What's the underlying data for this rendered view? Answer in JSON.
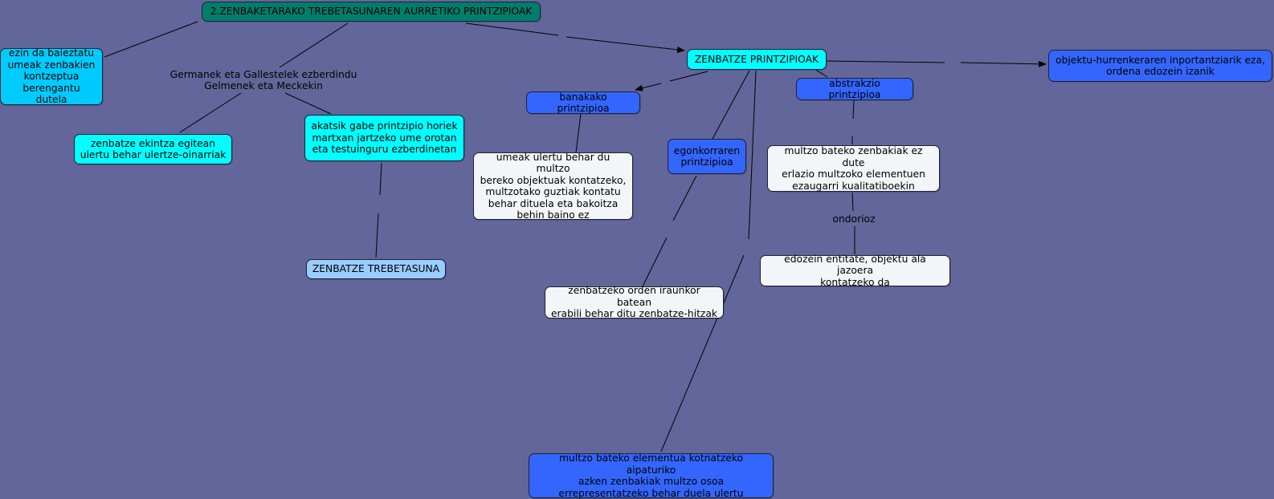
{
  "nodes": {
    "root": "2.ZENBAKETARAKO TREBETASUNAREN AURRETIKO PRINTZIPIOAK",
    "ezin": "ezin da baieztatu\numeak zenbakien\nkontzeptua\nberengantu dutela",
    "germanek": "Germanek eta Gallestelek ezberdindu\nGelmenek eta Meckekin",
    "zenbatze_ekintza": "zenbatze ekintza egitean\nulertu behar ulertze-oinarriak",
    "akatsik": "akatsik gabe printzipio horiek\nmartxan jartzeko ume orotan\neta testuinguru ezberdinetan",
    "trebetasuna": "ZENBATZE TREBETASUNA",
    "zenbatze_printzipioak": "ZENBATZE PRINTZIPIOAK",
    "banakako": "banakako printzipioa",
    "umeak": "umeak ulertu behar du multzo\nbereko objektuak kontatzeko,\nmultzotako guztiak kontatu\nbehar dituela eta bakoitza\nbehin baino ez",
    "egonkorraren": "egonkorraren\nprintzipioa",
    "zenbatzeko_orden": "zenbatzeko orden iraunkor batean\nerabili behar ditu zenbatze-hitzak",
    "abstrakzio": "abstrakzio printzipioa",
    "multzo_bateko": "multzo bateko zenbakiak ez dute\nerlazio multzoko elementuen\nezaugarri kualitatiboekin",
    "ondorioz": "ondorioz",
    "edozein": "edozein entitate, objektu ala jazoera\nkontatzeko da",
    "objektu": "objektu-hurrenkeraren inportantziarik eza,\nordena edozein izanik",
    "azken": "multzo bateko elementua kotnatzeko aipaturiko\nazken zenbakiak multzo osoa\nerrepresentatzeko behar duela ulertu"
  },
  "colors": {
    "background": "#63669a",
    "root": "#007e6b",
    "cyan": "#00ffff",
    "sky": "#00cbff",
    "blue": "#3366ff",
    "white": "#f3f6f8",
    "light_blue": "#99ccff",
    "link": "#000000"
  }
}
